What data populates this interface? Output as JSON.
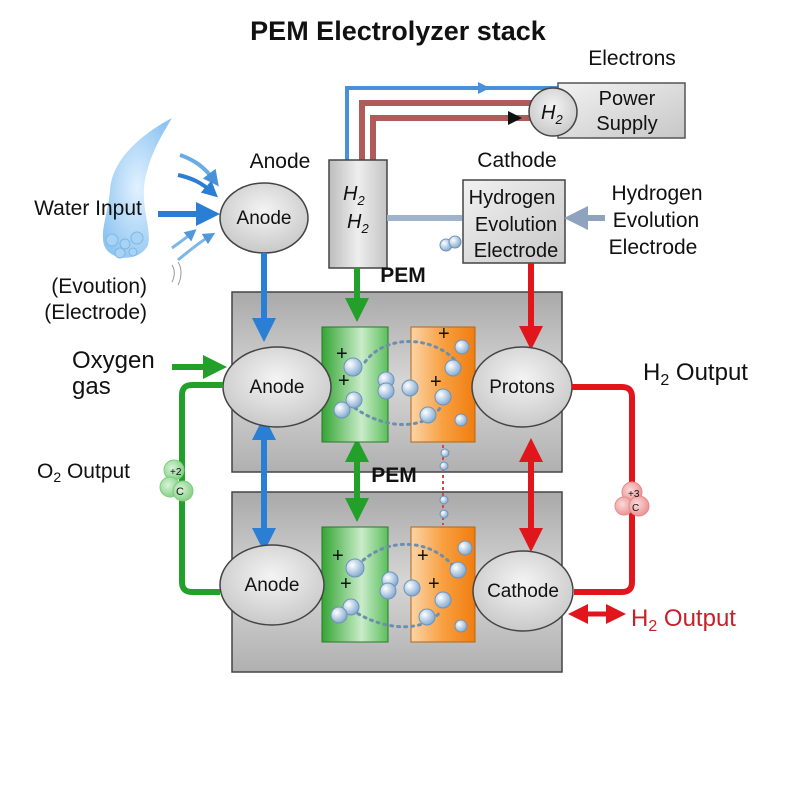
{
  "title": "PEM Electrolyzer stack",
  "colors": {
    "water_blue": "#2a7fd4",
    "oxygen_green": "#22a02a",
    "hydrogen_red": "#e0161c",
    "wire_red": "#b05a5a",
    "wire_blue": "#4a90d9",
    "membrane_green": "#3fae3f",
    "membrane_orange": "#f7901e",
    "stack_gray": "#bdbdbd"
  },
  "top": {
    "electrons_label": "Electrons",
    "power_supply": {
      "line1": "Power",
      "line2": "Supply",
      "badge": "H",
      "badge_sub": "2"
    },
    "anode_heading": "Anode",
    "anode_ellipse": "Anode",
    "h2_column": {
      "line1": "H",
      "line1_sub": "2",
      "line2": "H",
      "line2_sub": "2"
    },
    "cathode_heading": "Cathode",
    "cathode_box": [
      "Hydrogen",
      "Evolution",
      "Electrode"
    ],
    "right_label": [
      "Hydrogen",
      "Evolution",
      "Electrode"
    ],
    "pem_label": "PEM"
  },
  "left": {
    "water_input": "Water Input",
    "evolution": "(Evoution)",
    "electrode": "(Electrode)",
    "oxygen_gas_line1": "Oxygen",
    "oxygen_gas_line2": "gas",
    "o2_output": "O",
    "o2_output_sub": "2",
    "o2_output_rest": " Output",
    "o2_molecule": {
      "top": "+2",
      "bottom": "C"
    }
  },
  "cell_upper": {
    "left_ellipse": "Anode",
    "right_ellipse": "Protons",
    "pem_label": "PEM"
  },
  "cell_lower": {
    "left_ellipse": "Anode",
    "right_ellipse": "Cathode"
  },
  "right": {
    "h2_output_top": "H",
    "h2_output_top_sub": "2",
    "h2_output_top_rest": " Output",
    "h2_output_bottom": "H",
    "h2_output_bottom_sub": "2",
    "h2_output_bottom_rest": " Output",
    "h2_molecule": {
      "top": "+3",
      "bottom": "C"
    }
  }
}
